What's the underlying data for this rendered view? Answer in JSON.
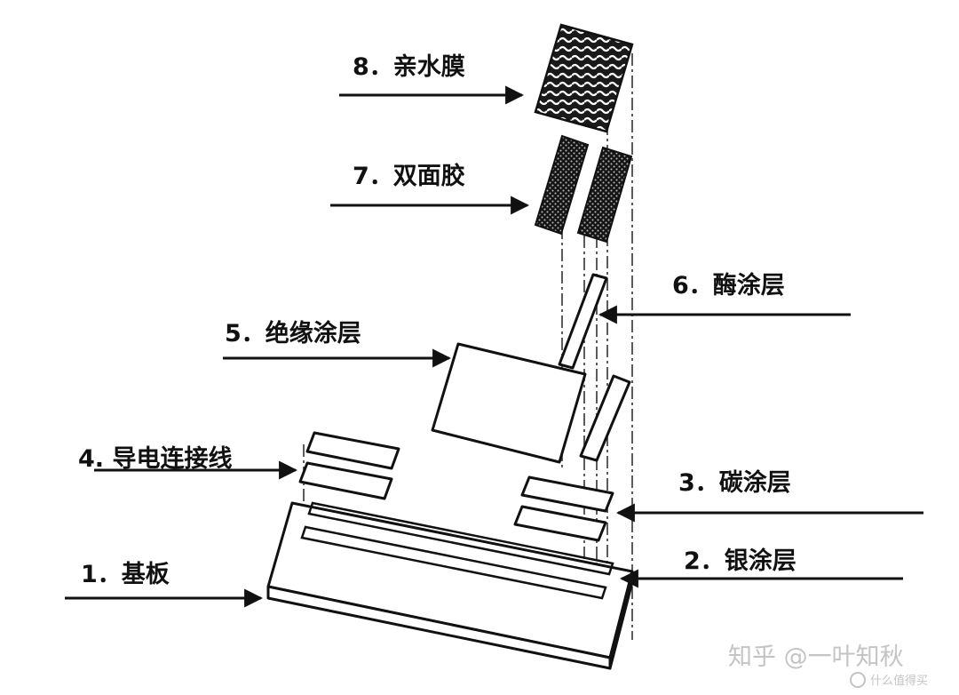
{
  "labels": {
    "l8": "8．亲水膜",
    "l7": "7．双面胶",
    "l6": "6．酶涂层",
    "l5": "5．绝缘涂层",
    "l4": "4. 导电连接线",
    "l3": "3．碳涂层",
    "l2": "2．银涂层",
    "l1": "1．基板"
  },
  "watermark": {
    "text": "知乎 @一叶知秋",
    "sub": "什么值得买"
  }
}
